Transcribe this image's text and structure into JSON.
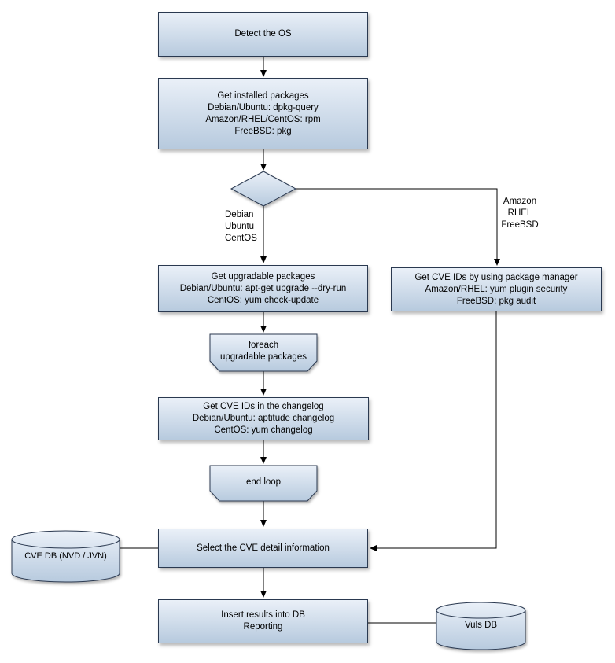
{
  "colors": {
    "background": "#ffffff",
    "node_fill_top": "#eaf0f8",
    "node_fill_bottom": "#b7cade",
    "node_border": "#2a3950",
    "connector": "#000000",
    "text": "#000000"
  },
  "nodes": {
    "detect_os": {
      "label": "Detect the OS"
    },
    "installed_packages": {
      "label": "Get installed packages\nDebian/Ubuntu: dpkg-query\nAmazon/RHEL/CentOS: rpm\nFreeBSD: pkg"
    },
    "branch_left": {
      "label": "Debian\nUbuntu\nCentOS"
    },
    "branch_right": {
      "label": "Amazon\nRHEL\nFreeBSD"
    },
    "upgradable_packages": {
      "label": "Get upgradable packages\nDebian/Ubuntu: apt-get upgrade --dry-run\nCentOS: yum check-update"
    },
    "cve_by_pkg_manager": {
      "label": "Get CVE IDs by using package manager\nAmazon/RHEL: yum plugin security\nFreeBSD: pkg audit"
    },
    "foreach_loop_start": {
      "label": "foreach\nupgradable packages"
    },
    "cve_in_changelog": {
      "label": "Get CVE IDs in the changelog\nDebian/Ubuntu: aptitude changelog\nCentOS: yum changelog"
    },
    "loop_end": {
      "label": "end loop"
    },
    "select_cve_detail": {
      "label": "Select the CVE detail information"
    },
    "cve_db": {
      "label": "CVE DB (NVD / JVN)"
    },
    "insert_results": {
      "label": "Insert results into DB\nReporting"
    },
    "vuls_db": {
      "label": "Vuls DB"
    }
  },
  "edges": [
    {
      "from": "detect_os",
      "to": "installed_packages",
      "label": ""
    },
    {
      "from": "installed_packages",
      "to": "os_decision",
      "label": ""
    },
    {
      "from": "os_decision",
      "to": "upgradable_packages",
      "label": "Debian Ubuntu CentOS"
    },
    {
      "from": "os_decision",
      "to": "cve_by_pkg_manager",
      "label": "Amazon RHEL FreeBSD"
    },
    {
      "from": "upgradable_packages",
      "to": "foreach_loop_start",
      "label": ""
    },
    {
      "from": "foreach_loop_start",
      "to": "cve_in_changelog",
      "label": ""
    },
    {
      "from": "cve_in_changelog",
      "to": "loop_end",
      "label": ""
    },
    {
      "from": "loop_end",
      "to": "select_cve_detail",
      "label": ""
    },
    {
      "from": "cve_by_pkg_manager",
      "to": "select_cve_detail",
      "label": ""
    },
    {
      "from": "cve_db",
      "to": "select_cve_detail",
      "label": ""
    },
    {
      "from": "select_cve_detail",
      "to": "insert_results",
      "label": ""
    },
    {
      "from": "insert_results",
      "to": "vuls_db",
      "label": ""
    }
  ]
}
